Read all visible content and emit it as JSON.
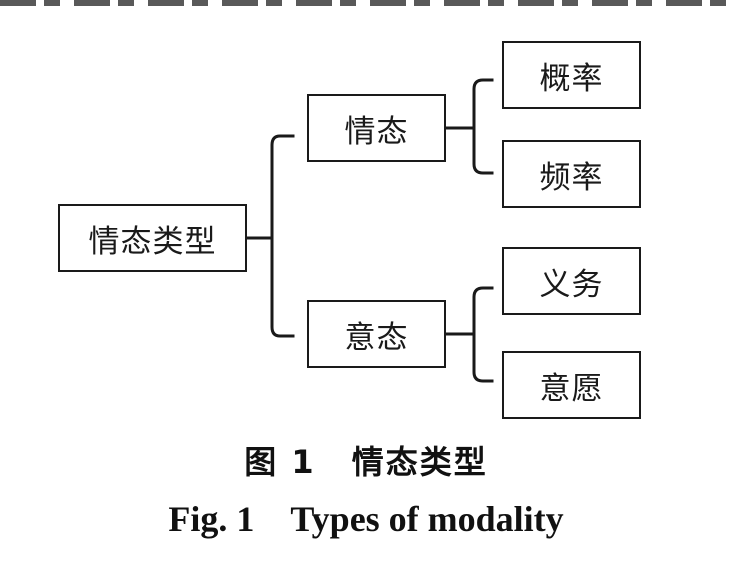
{
  "diagram": {
    "root": "情态类型",
    "branches": [
      {
        "label": "情态",
        "children": [
          "概率",
          "频率"
        ]
      },
      {
        "label": "意态",
        "children": [
          "义务",
          "意愿"
        ]
      }
    ]
  },
  "caption": {
    "zh_prefix": "图 1",
    "zh_title": "情态类型",
    "en_prefix": "Fig. 1",
    "en_title": "Types of modality"
  }
}
